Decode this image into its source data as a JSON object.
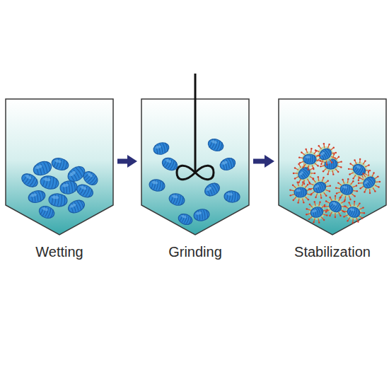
{
  "diagram": {
    "nodes": [
      {
        "text": [
          "Wetting"
        ]
      },
      {
        "text": [
          "Grinding"
        ]
      },
      {
        "text": [
          "Stabilization"
        ]
      }
    ],
    "edges": [
      {
        "from": 0,
        "to": 1,
        "arrow": "to"
      },
      {
        "from": 1,
        "to": 2,
        "arrow": "to"
      }
    ]
  }
}
